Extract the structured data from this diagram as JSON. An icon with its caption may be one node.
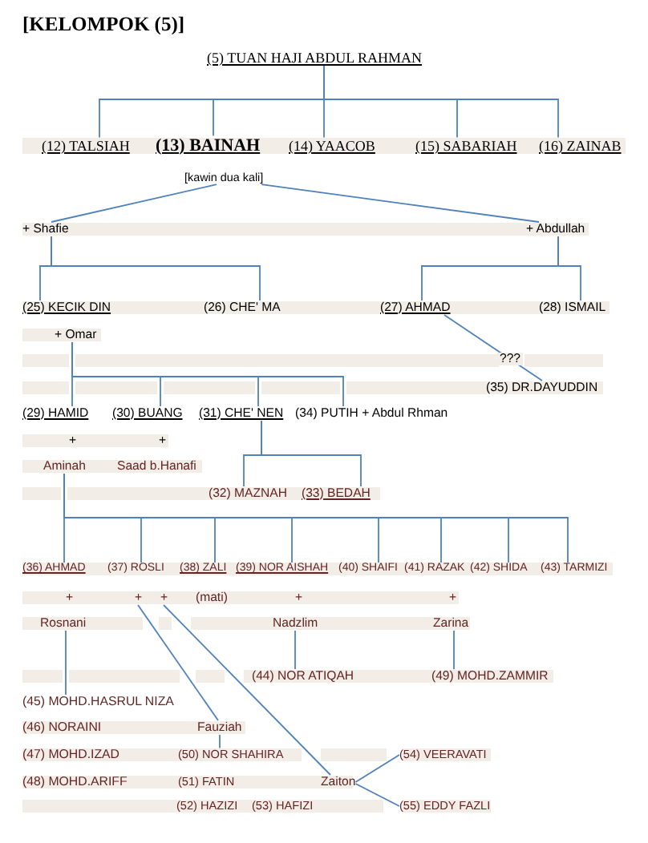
{
  "diagram": {
    "title": "[KELOMPOK (5)]",
    "nodes": [
      {
        "text": [
          "(5) TUAN HAJI ABDUL RAHMAN"
        ]
      },
      {
        "text": [
          "(12) TALSIAH"
        ]
      },
      {
        "text": [
          "(13) BAINAH"
        ]
      },
      {
        "text": [
          "(14) YAACOB"
        ]
      },
      {
        "text": [
          "(15) SABARIAH"
        ]
      },
      {
        "text": [
          "(16) ZAINAB"
        ]
      },
      {
        "text": [
          "[kawin dua kali]"
        ]
      },
      {
        "text": [
          "+ Shafie"
        ]
      },
      {
        "text": [
          "+ Abdullah"
        ]
      },
      {
        "text": [
          "(25) KECIK DIN"
        ]
      },
      {
        "text": [
          "(26) CHE' MA"
        ]
      },
      {
        "text": [
          "(27) AHMAD"
        ]
      },
      {
        "text": [
          "(28) ISMAIL"
        ]
      },
      {
        "text": [
          "+ Omar"
        ]
      },
      {
        "text": [
          "(35) DR.DAYUDDIN"
        ]
      },
      {
        "text": [
          "(29) HAMID"
        ]
      },
      {
        "text": [
          "(30) BUANG"
        ]
      },
      {
        "text": [
          "(31) CHE' NEN"
        ]
      },
      {
        "text": [
          "(34) PUTIH + Abdul Rhman"
        ]
      },
      {
        "text": [
          "Aminah"
        ]
      },
      {
        "text": [
          "(32) MAZNAH"
        ]
      },
      {
        "text": [
          "(33) BEDAH"
        ]
      },
      {
        "text": [
          "(36) AHMAD"
        ]
      },
      {
        "text": [
          "(37) ROSLI"
        ]
      },
      {
        "text": [
          "(38) ZALI"
        ]
      },
      {
        "text": [
          "(39) NOR AISHAH"
        ]
      },
      {
        "text": [
          "(40) SHAIFI"
        ]
      },
      {
        "text": [
          "(41) RAZAK"
        ]
      },
      {
        "text": [
          "(42) SHIDA"
        ]
      },
      {
        "text": [
          "(43) TARMIZI"
        ]
      },
      {
        "text": [
          "+"
        ]
      },
      {
        "text": [
          "+"
        ]
      },
      {
        "text": [
          "Rosnani"
        ]
      },
      {
        "text": [
          "Nadzlim"
        ]
      },
      {
        "text": [
          "Zarina"
        ]
      },
      {
        "text": [
          "(44) NOR ATIQAH"
        ]
      },
      {
        "text": [
          "(49) MOHD.ZAMMIR"
        ]
      },
      {
        "text": [
          "(45) MOHD.HASRUL NIZA"
        ]
      },
      {
        "text": [
          "Fauziah"
        ]
      },
      {
        "text": [
          "(50) NOR SHAHIRA"
        ]
      },
      {
        "text": [
          "(54) VEERAVATI"
        ]
      },
      {
        "text": [
          "Zaiton"
        ]
      },
      {
        "text": [
          "(55) EDDY FAZLI"
        ]
      }
    ],
    "edges": [
      {
        "from": 0,
        "to": 1,
        "arrow": "none"
      },
      {
        "from": 0,
        "to": 2,
        "arrow": "none"
      },
      {
        "from": 0,
        "to": 3,
        "arrow": "none"
      },
      {
        "from": 0,
        "to": 4,
        "arrow": "none"
      },
      {
        "from": 0,
        "to": 5,
        "arrow": "none"
      },
      {
        "from": 6,
        "to": 7,
        "arrow": "none"
      },
      {
        "from": 6,
        "to": 8,
        "arrow": "none"
      },
      {
        "from": 7,
        "to": 9,
        "arrow": "none"
      },
      {
        "from": 7,
        "to": 10,
        "arrow": "none"
      },
      {
        "from": 8,
        "to": 11,
        "arrow": "none"
      },
      {
        "from": 8,
        "to": 12,
        "arrow": "none"
      },
      {
        "from": 11,
        "to": 14,
        "arrow": "none",
        "label": "???"
      },
      {
        "from": 13,
        "to": 15,
        "arrow": "none"
      },
      {
        "from": 13,
        "to": 16,
        "arrow": "none"
      },
      {
        "from": 13,
        "to": 17,
        "arrow": "none"
      },
      {
        "from": 13,
        "to": 18,
        "arrow": "none"
      },
      {
        "from": 17,
        "to": 20,
        "arrow": "none"
      },
      {
        "from": 17,
        "to": 21,
        "arrow": "none"
      },
      {
        "from": 19,
        "to": 22,
        "arrow": "none"
      },
      {
        "from": 19,
        "to": 23,
        "arrow": "none"
      },
      {
        "from": 19,
        "to": 24,
        "arrow": "none"
      },
      {
        "from": 19,
        "to": 25,
        "arrow": "none"
      },
      {
        "from": 19,
        "to": 26,
        "arrow": "none"
      },
      {
        "from": 19,
        "to": 27,
        "arrow": "none"
      },
      {
        "from": 19,
        "to": 28,
        "arrow": "none"
      },
      {
        "from": 19,
        "to": 29,
        "arrow": "none"
      },
      {
        "from": 30,
        "to": 38,
        "arrow": "none"
      },
      {
        "from": 31,
        "to": 41,
        "arrow": "none"
      },
      {
        "from": 32,
        "to": 37,
        "arrow": "none"
      },
      {
        "from": 33,
        "to": 35,
        "arrow": "none"
      },
      {
        "from": 34,
        "to": 36,
        "arrow": "none"
      },
      {
        "from": 38,
        "to": 39,
        "arrow": "none"
      },
      {
        "from": 41,
        "to": 40,
        "arrow": "none"
      },
      {
        "from": 41,
        "to": 42,
        "arrow": "none"
      }
    ],
    "labels": [
      "+",
      "+",
      "Saad b.Hanafi",
      "+",
      "(mati)",
      "+",
      "+",
      "(46) NORAINI",
      "(47) MOHD.IZAD",
      "(48) MOHD.ARIFF",
      "(51) FATIN",
      "(52) HAZIZI",
      "(53) HAFIZI"
    ]
  }
}
